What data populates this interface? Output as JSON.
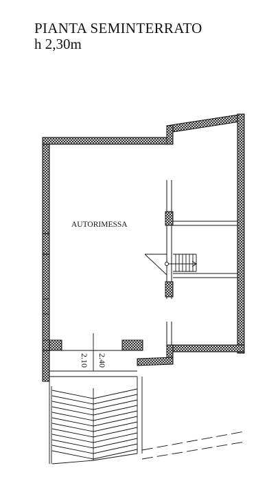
{
  "title": "PIANTA SEMINTERRATO",
  "height_note": "h 2,30m",
  "room_label": "AUTORIMESSA",
  "dimension_upper": "2.40",
  "dimension_lower": "2.10"
}
